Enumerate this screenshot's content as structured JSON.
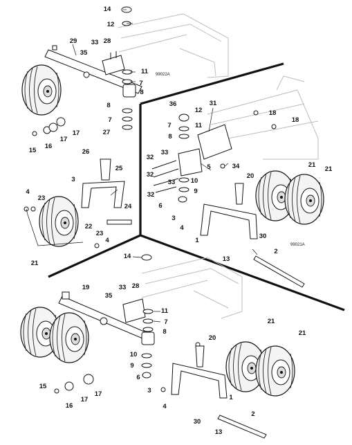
{
  "figure_ids": {
    "top_left": "99022A",
    "top_right": "99021A"
  },
  "callouts": {
    "p1": [
      "14",
      "12",
      "29",
      "33",
      "35",
      "28",
      "11",
      "7",
      "8",
      "8",
      "7",
      "27",
      "17",
      "17",
      "16",
      "15",
      "26",
      "25",
      "3",
      "4",
      "23",
      "24",
      "22",
      "23",
      "4",
      "21"
    ],
    "p2": [
      "36",
      "31",
      "12",
      "18",
      "18",
      "7",
      "11",
      "8",
      "33",
      "32",
      "5",
      "34",
      "20",
      "21",
      "21",
      "32",
      "33",
      "10",
      "32",
      "9",
      "6",
      "3",
      "4",
      "1",
      "30",
      "13",
      "2"
    ],
    "p3": [
      "14",
      "19",
      "33",
      "35",
      "28",
      "11",
      "7",
      "8",
      "21",
      "21",
      "10",
      "20",
      "9",
      "6",
      "15",
      "16",
      "17",
      "17",
      "3",
      "4",
      "30",
      "1",
      "13",
      "2"
    ]
  },
  "colors": {
    "ink": "#111111",
    "ghost_frame": "#bdbdbd",
    "tire_fill": "#f4f4f4"
  }
}
